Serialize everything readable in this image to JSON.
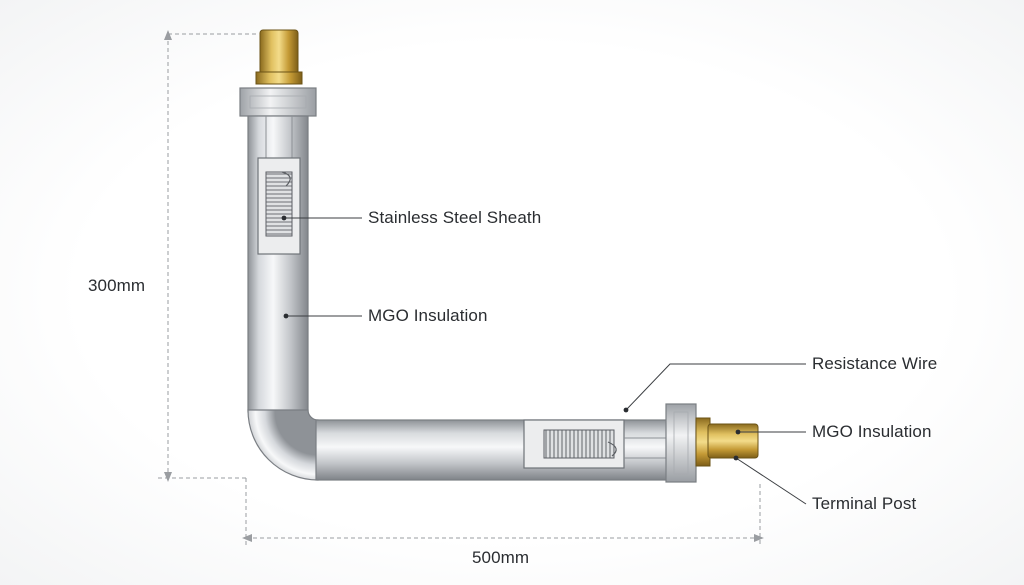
{
  "labels": {
    "stainless_steel_sheath": "Stainless Steel Sheath",
    "mgo_insulation_upper": "MGO Insulation",
    "resistance_wire": "Resistance Wire",
    "mgo_insulation_lower": "MGO Insulation",
    "terminal_post": "Terminal Post"
  },
  "dimensions": {
    "height": "300mm",
    "width": "500mm"
  },
  "colors": {
    "sheath": "#c9ccd1",
    "brass": "#c9a43f",
    "text": "#2a2d31",
    "dimension_line": "#9a9da1"
  }
}
